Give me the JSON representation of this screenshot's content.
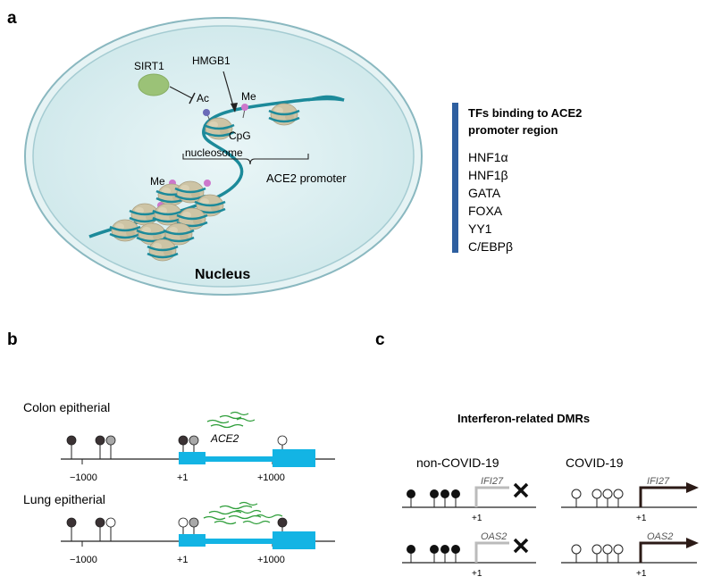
{
  "panels": {
    "a": {
      "label": "a",
      "sirt1": "SIRT1",
      "hmgb1": "HMGB1",
      "ac": "Ac",
      "me_top": "Me",
      "me_left": "Me",
      "cpg": "CpG",
      "nucleosome": "nucleosome",
      "ace2_promoter": "ACE2 promoter",
      "nucleus": "Nucleus",
      "tf_title_line1": "TFs binding to ACE2",
      "tf_title_line2": "promoter region",
      "tf_list": [
        "HNF1α",
        "HNF1β",
        "GATA",
        "FOXA",
        "YY1",
        "C/EBPβ"
      ]
    },
    "b": {
      "label": "b",
      "colon_title": "Colon epitherial",
      "lung_title": "Lung epitherial",
      "gene": "ACE2",
      "tick_minus1000": "−1000",
      "tick_plus1": "+1",
      "tick_plus1000": "+1000"
    },
    "c": {
      "label": "c",
      "title": "Interferon-related DMRs",
      "non_covid": "non-COVID-19",
      "covid": "COVID-19",
      "gene1": "IFI27",
      "gene2": "OAS2",
      "tss": "+1"
    }
  },
  "colors": {
    "nucleus_fill": "#d6ecef",
    "nucleus_ring": "#8ab8c0",
    "dna": "#1c8a9a",
    "histone": "#cdc4a5",
    "sirt1": "#9bc277",
    "methyl": "#cc77cc",
    "acetyl": "#6a6ab8",
    "tf_bar": "#2e5fa0",
    "exon": "#13b4e4",
    "read": "#2e9e3a",
    "dark_lollipop": "#3b3234",
    "gray_lollipop": "#a8a8a8",
    "arrow_active": "#2b1a16",
    "arrow_inactive": "#bbbbbb"
  }
}
